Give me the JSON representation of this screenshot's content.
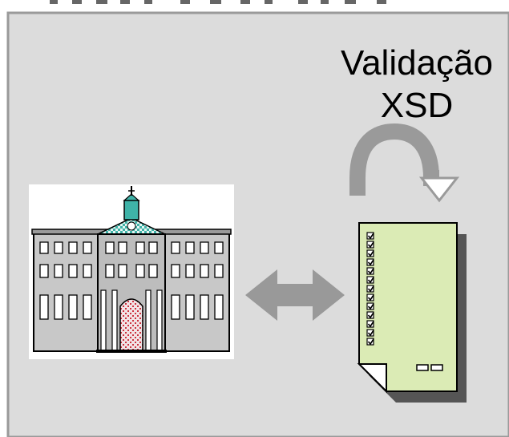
{
  "label": {
    "line1": "Validação",
    "line2": "XSD"
  },
  "icons": {
    "building": "school-building-icon",
    "exchange": "double-arrow-icon",
    "validation": "curved-arrow-icon",
    "document": "checklist-document-icon"
  },
  "document": {
    "checkbox_count": 13
  },
  "colors": {
    "panel_bg": "#dcdcdc",
    "panel_border": "#9a9a9a",
    "arrow": "#999999",
    "document_fill": "#dbebb5",
    "building_wall": "#c8c8c8",
    "roof_accent": "#3fb3a8",
    "door_accent": "#cc3340"
  }
}
